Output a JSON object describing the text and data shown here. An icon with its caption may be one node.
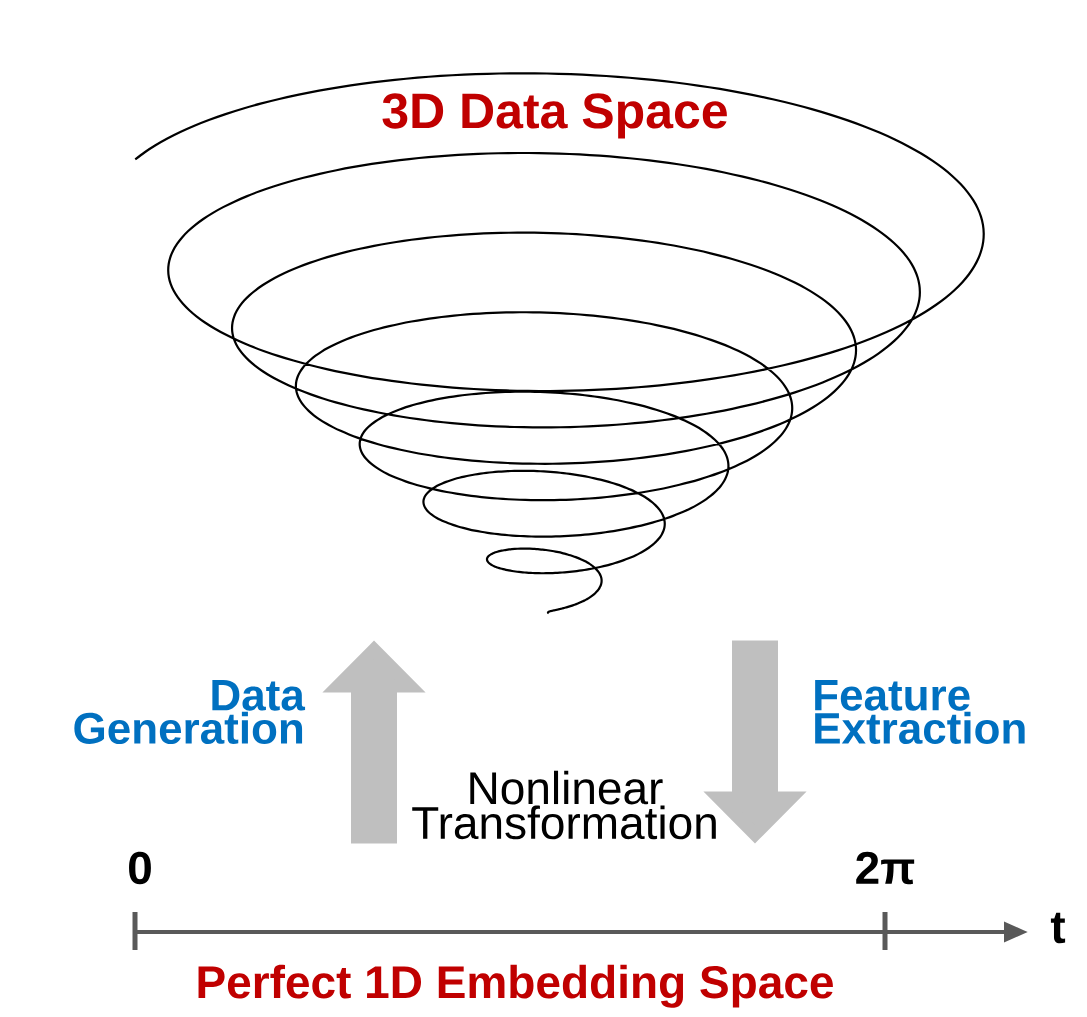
{
  "diagram": {
    "nodes": [
      {
        "text": [
          "3D Data Space"
        ]
      },
      {
        "text": [
          "Perfect 1D Embedding Space"
        ],
        "beside": [
          "0",
          "2π",
          "t"
        ]
      }
    ],
    "edges": [
      {
        "from": 1,
        "to": 0,
        "arrow": "to",
        "label": "Data Generation"
      },
      {
        "from": 0,
        "to": 1,
        "arrow": "to",
        "label": "Feature Extraction"
      }
    ],
    "labels": [
      "Nonlinear Transformation"
    ]
  }
}
